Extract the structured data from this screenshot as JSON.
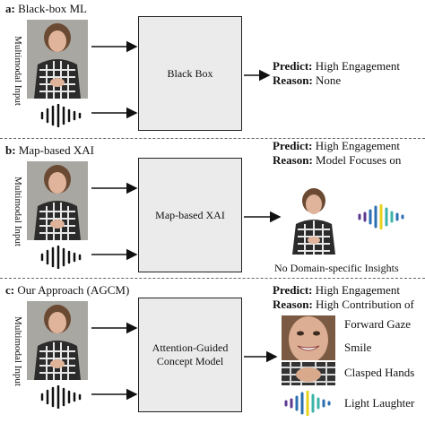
{
  "panels": [
    {
      "id": "a",
      "label": "a:",
      "title": "Black-box ML",
      "input_label": "Multimodal Input",
      "model": "Black Box",
      "predict_key": "Predict:",
      "predict_val": "High Engagement",
      "reason_key": "Reason:",
      "reason_val": "None"
    },
    {
      "id": "b",
      "label": "b:",
      "title": "Map-based XAI",
      "input_label": "Multimodal Input",
      "model": "Map-based XAI",
      "predict_key": "Predict:",
      "predict_val": "High Engagement",
      "reason_key": "Reason:",
      "reason_val": "Model Focuses on",
      "caption": "No Domain-specific Insights"
    },
    {
      "id": "c",
      "label": "c:",
      "title": "Our Approach (AGCM)",
      "input_label": "Multimodal Input",
      "model_line1": "Attention-Guided",
      "model_line2": "Concept Model",
      "predict_key": "Predict:",
      "predict_val": "High Engagement",
      "reason_key": "Reason:",
      "reason_val": "High Contribution of",
      "concepts": [
        "Forward Gaze",
        "Smile",
        "Clasped Hands",
        "Light Laughter"
      ]
    }
  ],
  "icons": [
    "person-photo",
    "audio-waveform-icon",
    "arrow-icon",
    "colored-waveform-icon"
  ],
  "colors": {
    "box_fill": "#ebebeb",
    "wave_purple": "#5b3a8f",
    "wave_blue": "#2b6fb0",
    "wave_teal": "#3bb3a8",
    "wave_yellow": "#e8d21c"
  }
}
